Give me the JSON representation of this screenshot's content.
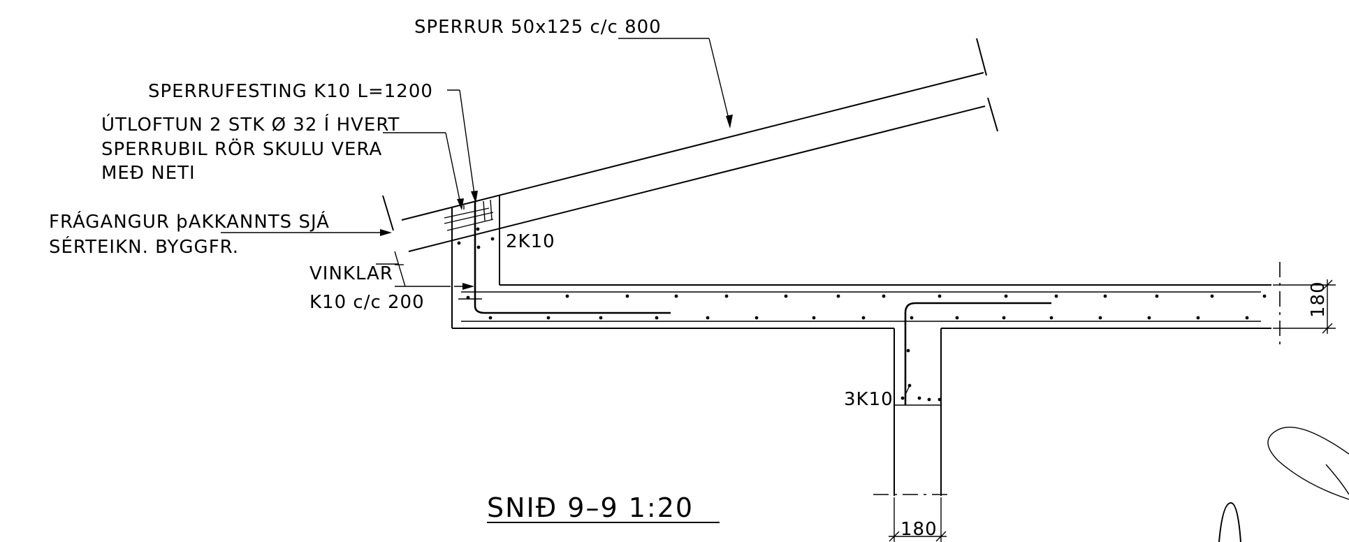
{
  "labels": {
    "rafters": "SPERRUR 50x125 c/c 800",
    "rafter_fixing": "SPERRUFESTING K10 L=1200",
    "ventilation_line1": "ÚTLOFTUN 2 STK Ø 32 Í HVERT",
    "ventilation_line2": "SPERRUBIL RÖR SKULU VERA",
    "ventilation_line3": "MEÐ NETI",
    "eaves_line1": "FRÁGANGUR þAKKANNTS SJÁ",
    "eaves_line2": "SÉRTEIKN. BYGGFR.",
    "angles_line1": "VINKLAR",
    "angles_line2": "K10 c/c 200",
    "rebar_2k10": "2K10",
    "rebar_3k10": "3K10",
    "dim_slab": "180",
    "dim_beam": "180"
  },
  "title": "SNIÐ 9–9  1:20"
}
